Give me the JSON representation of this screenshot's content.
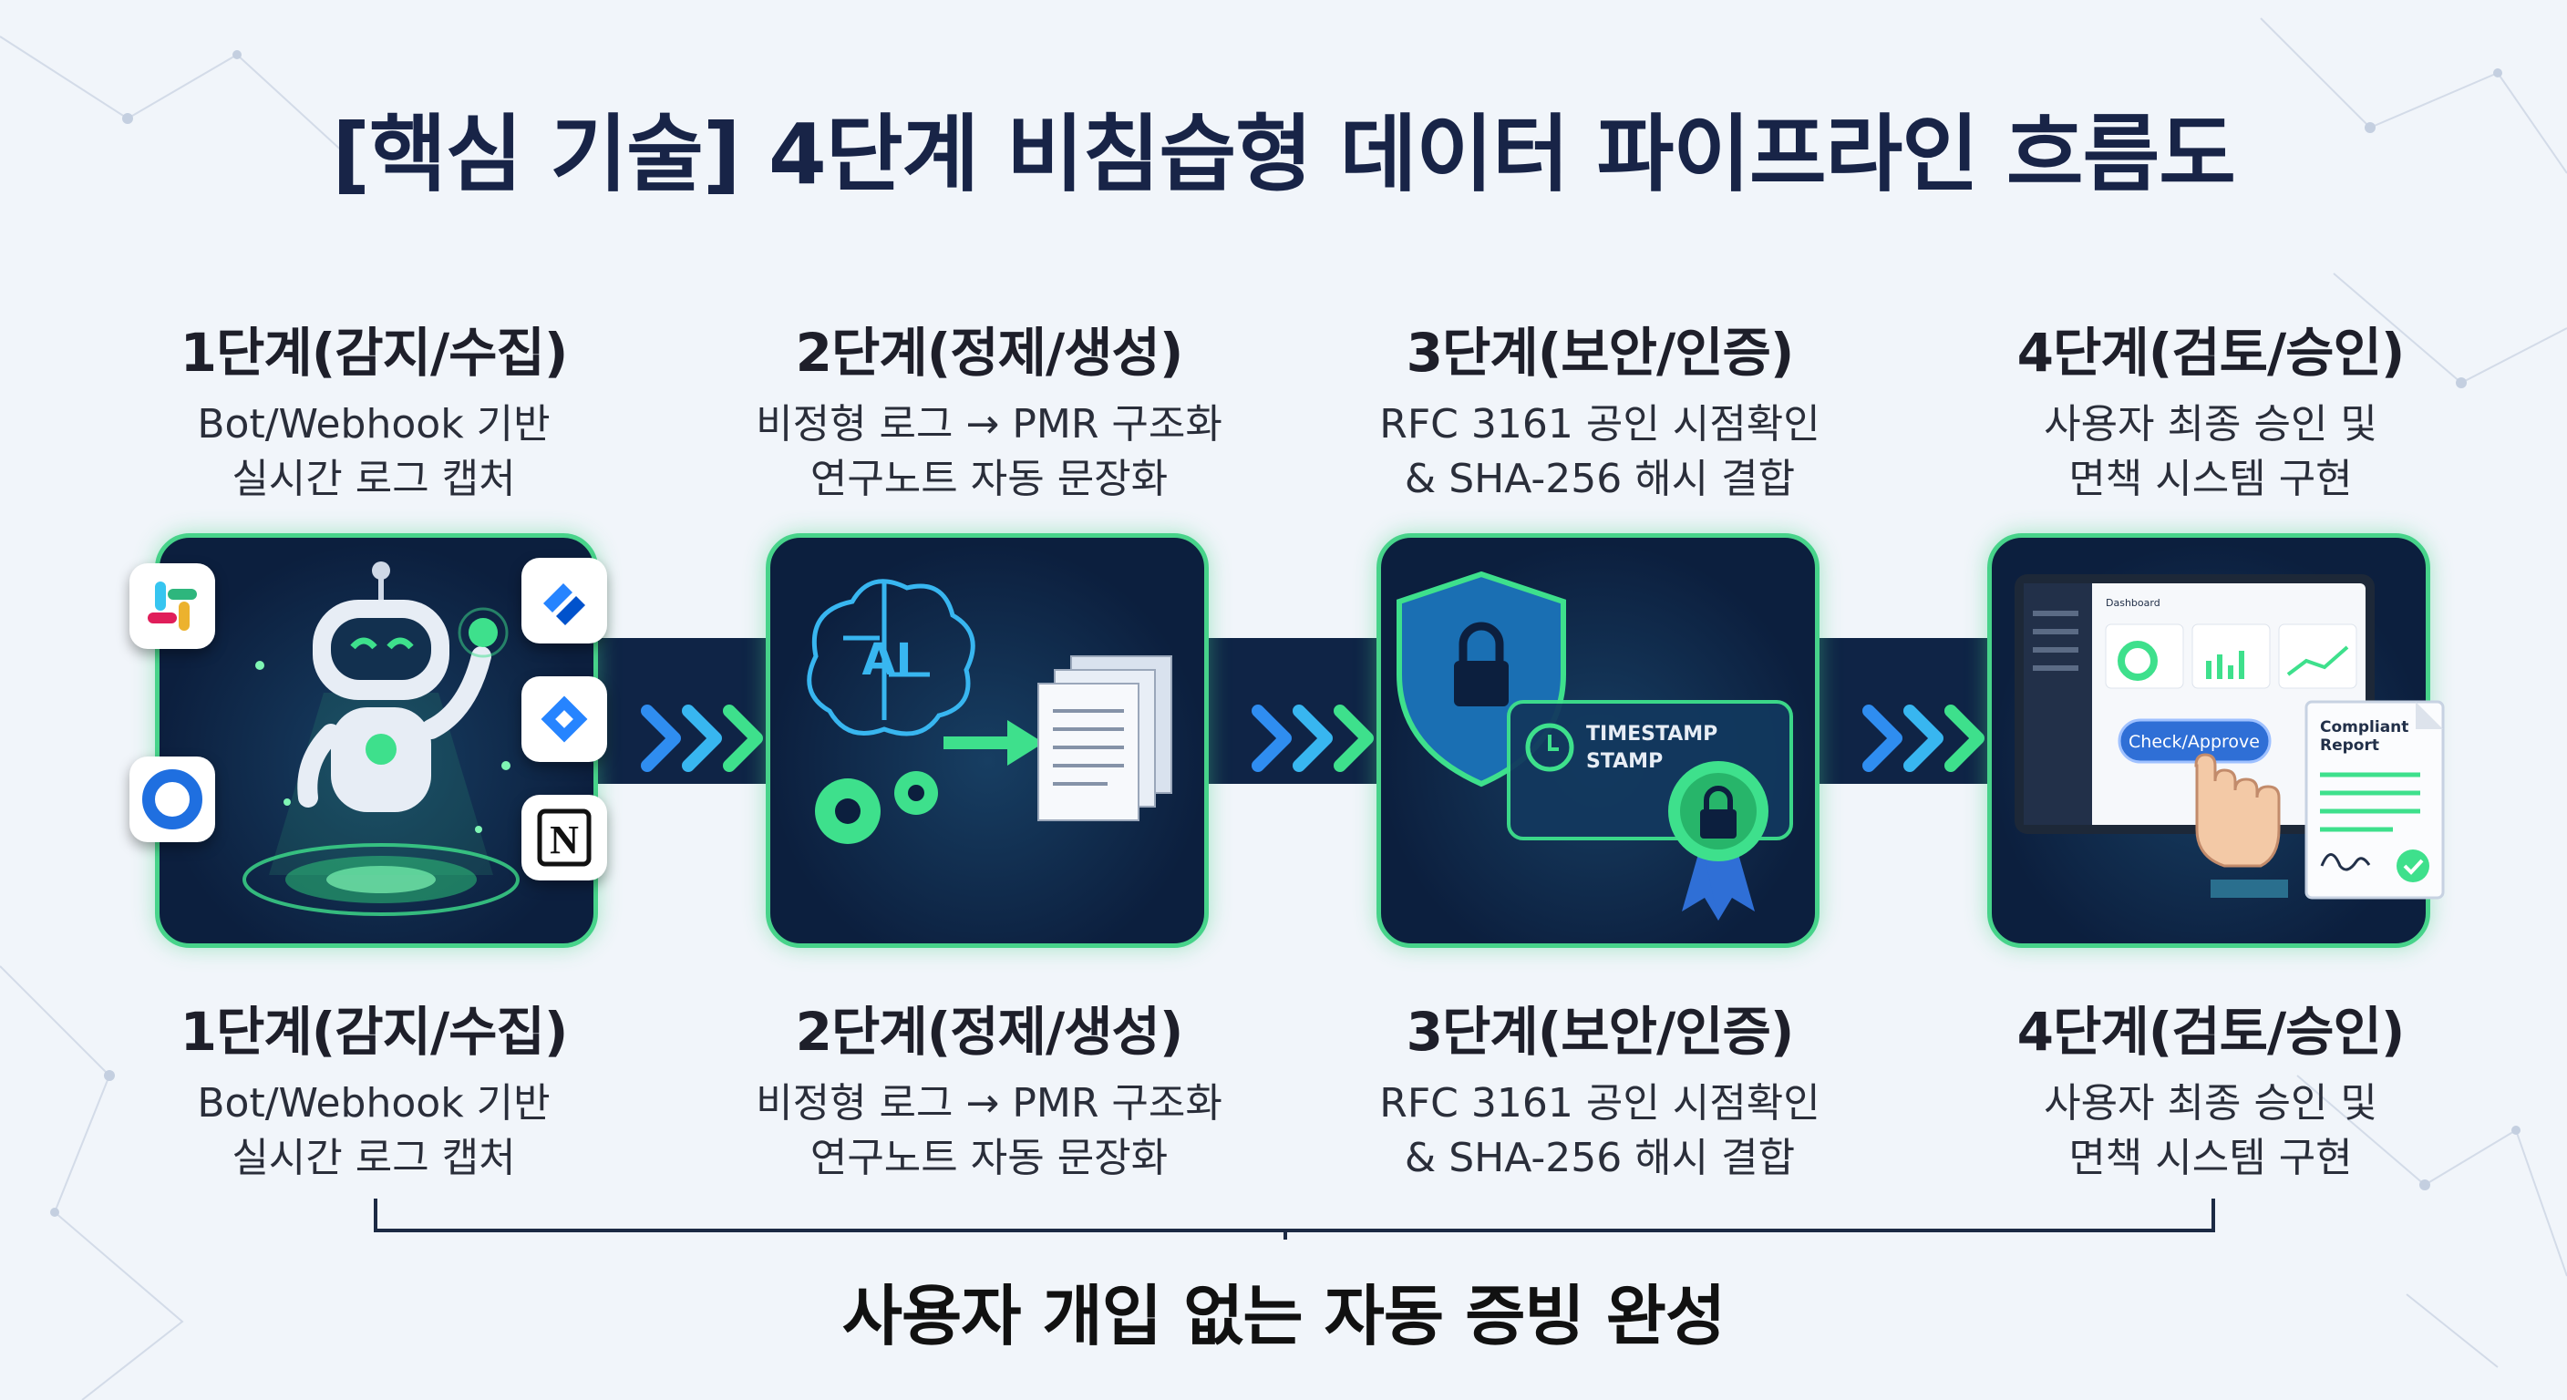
{
  "title": "[핵심 기술] 4단계 비침습형 데이터 파이프라인 흐름도",
  "stages": [
    {
      "name": "1단계(감지/수집)",
      "line1": "Bot/Webhook 기반",
      "line2": "실시간 로그 캡처"
    },
    {
      "name": "2단계(정제/생성)",
      "line1": "비정형 로그 → PMR 구조화",
      "line2": "연구노트 자동 문장화"
    },
    {
      "name": "3단계(보안/인증)",
      "line1": "RFC 3161 공인 시점확인",
      "line2": "& SHA-256 해시 결합"
    },
    {
      "name": "4단계(검토/승인)",
      "line1": "사용자 최종 승인 및",
      "line2": "면책 시스템 구현"
    }
  ],
  "card_text": {
    "ai": "AI",
    "timestamp_line1": "TIMESTAMP",
    "timestamp_line2": "STAMP",
    "dashboard": "Dashboard",
    "approve_button": "Check/Approve",
    "report_line1": "Compliant",
    "report_line2": "Report"
  },
  "summary": "사용자 개입 없는 자동 증빙 완성",
  "colors": {
    "card_bg": "#0c1f3e",
    "card_border": "#47d38a",
    "accent_blue": "#2f8df0",
    "title_navy": "#182447"
  }
}
